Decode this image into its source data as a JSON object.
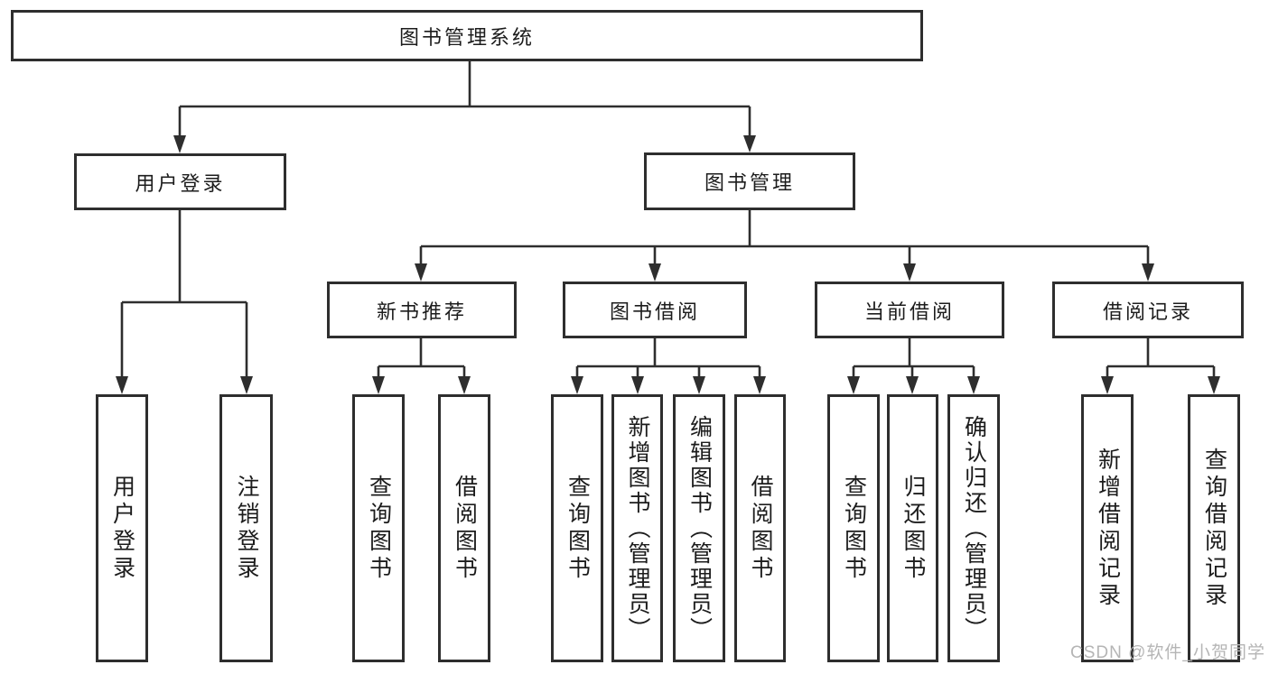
{
  "tree": {
    "root": {
      "label": "图书管理系统"
    },
    "branches": [
      {
        "label": "用户登录",
        "children": [
          {
            "label": "用户登录"
          },
          {
            "label": "注销登录"
          }
        ]
      },
      {
        "label": "图书管理",
        "children": [
          {
            "label": "新书推荐",
            "children": [
              {
                "label": "查询图书"
              },
              {
                "label": "借阅图书"
              }
            ]
          },
          {
            "label": "图书借阅",
            "children": [
              {
                "label": "查询图书"
              },
              {
                "label": "新增图书（管理员）"
              },
              {
                "label": "编辑图书（管理员）"
              },
              {
                "label": "借阅图书"
              }
            ]
          },
          {
            "label": "当前借阅",
            "children": [
              {
                "label": "查询图书"
              },
              {
                "label": "归还图书"
              },
              {
                "label": "确认归还（管理员）"
              }
            ]
          },
          {
            "label": "借阅记录",
            "children": [
              {
                "label": "新增借阅记录"
              },
              {
                "label": "查询借阅记录"
              }
            ]
          }
        ]
      }
    ]
  },
  "watermark": {
    "text": "CSDN @软件_小贺同学"
  },
  "colors": {
    "stroke": "#2e2e2e",
    "text": "#1c1c1c",
    "background": "#ffffff",
    "watermark": "#b5b5b5"
  }
}
